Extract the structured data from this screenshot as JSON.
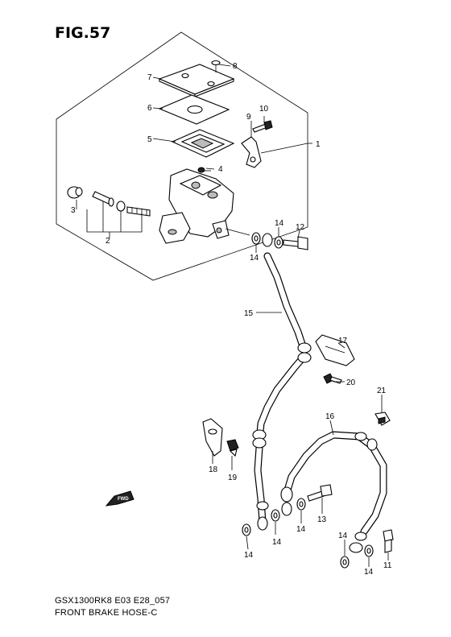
{
  "figure": {
    "title": "FIG.57"
  },
  "footer": {
    "model_code": "GSX1300RK8 E03 E28_057",
    "caption": "FRONT BRAKE HOSE-C"
  },
  "direction_badge": "FWD",
  "callouts": {
    "c1": "1",
    "c2": "2",
    "c3": "3",
    "c4": "4",
    "c5": "5",
    "c6": "6",
    "c7": "7",
    "c8": "8",
    "c9": "9",
    "c10": "10",
    "c11": "11",
    "c12": "12",
    "c13": "13",
    "c14a": "14",
    "c14b": "14",
    "c14c": "14",
    "c14d": "14",
    "c14e": "14",
    "c14f": "14",
    "c14g": "14",
    "c15": "15",
    "c16": "16",
    "c17": "17",
    "c18": "18",
    "c19": "19",
    "c20": "20",
    "c21": "21"
  }
}
